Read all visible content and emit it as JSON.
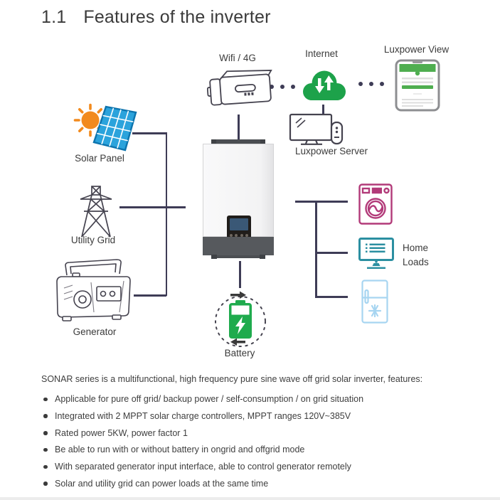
{
  "page": {
    "title_number": "1.1",
    "title_text": "Features of the inverter"
  },
  "diagram": {
    "labels": {
      "wifi": "Wifi / 4G",
      "internet": "Internet",
      "luxpower_view": "Luxpower View",
      "luxpower_server": "Luxpower Server",
      "solar_panel": "Solar Panel",
      "utility_grid": "Utility Grid",
      "generator": "Generator",
      "battery": "Battery",
      "home_loads_line1": "Home",
      "home_loads_line2": "Loads"
    },
    "colors": {
      "connector_line": "#3e3c56",
      "icon_outline": "#45434f",
      "cloud_green": "#1da24a",
      "battery_green": "#1fab4d",
      "sun_orange": "#f28a1d",
      "panel_blue": "#2ba3dc",
      "panel_frame": "#0c74ae",
      "washer_magenta": "#b23a79",
      "tv_teal": "#2b8fa1",
      "fridge_blue": "#a7d5f1",
      "phone_gray": "#8d8e91",
      "phone_green": "#4fae50",
      "inverter_dark": "#56595d",
      "display_screen": "#3a5876"
    }
  },
  "features": {
    "intro": "SONAR series is a multifunctional, high frequency pure sine wave off grid solar inverter, features:",
    "bullets": [
      "Applicable for pure off grid/ backup power / self-consumption / on grid situation",
      "Integrated with 2 MPPT solar charge controllers, MPPT ranges 120V~385V",
      "Rated power 5KW, power factor 1",
      "Be able to run with or without battery in ongrid and offgrid mode",
      "With separated generator input interface, able to control generator remotely",
      "Solar and utility grid can power loads at the same time"
    ]
  }
}
